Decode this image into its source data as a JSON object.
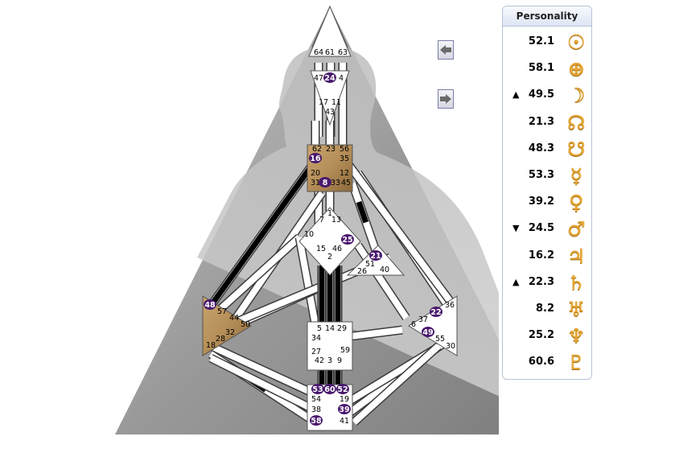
{
  "panel": {
    "title": "Personality",
    "rows": [
      {
        "arrow": "",
        "value": "52.1",
        "icon": "sun-icon",
        "glyph": "☉"
      },
      {
        "arrow": "",
        "value": "58.1",
        "icon": "earth-icon",
        "glyph": "⊕"
      },
      {
        "arrow": "▲",
        "value": "49.5",
        "icon": "moon-icon",
        "glyph": "☽"
      },
      {
        "arrow": "",
        "value": "21.3",
        "icon": "north-node-icon",
        "glyph": "☊"
      },
      {
        "arrow": "",
        "value": "48.3",
        "icon": "south-node-icon",
        "glyph": "☋"
      },
      {
        "arrow": "",
        "value": "53.3",
        "icon": "mercury-icon",
        "glyph": "☿"
      },
      {
        "arrow": "",
        "value": "39.2",
        "icon": "venus-icon",
        "glyph": "♀"
      },
      {
        "arrow": "▼",
        "value": "24.5",
        "icon": "mars-icon",
        "glyph": "♂"
      },
      {
        "arrow": "",
        "value": "16.2",
        "icon": "jupiter-icon",
        "glyph": "♃"
      },
      {
        "arrow": "▲",
        "value": "22.3",
        "icon": "saturn-icon",
        "glyph": "♄"
      },
      {
        "arrow": "",
        "value": "8.2",
        "icon": "uranus-icon",
        "glyph": "♅"
      },
      {
        "arrow": "",
        "value": "25.2",
        "icon": "neptune-icon",
        "glyph": "♆"
      },
      {
        "arrow": "",
        "value": "60.6",
        "icon": "pluto-icon",
        "glyph": "♇"
      }
    ]
  },
  "nav": {
    "prev_icon": "arrow-left-icon",
    "next_icon": "arrow-right-icon"
  },
  "colors": {
    "activated_gate": "#4a1a6e",
    "defined_center": "#b8905a",
    "channel_black": "#000000",
    "background_triangle": "#9a9a9a",
    "glyph_gold": "#e4a434"
  },
  "gates": [
    {
      "id": "64",
      "active": false
    },
    {
      "id": "61",
      "active": false
    },
    {
      "id": "63",
      "active": false
    },
    {
      "id": "47",
      "active": false
    },
    {
      "id": "24",
      "active": true
    },
    {
      "id": "4",
      "active": false
    },
    {
      "id": "17",
      "active": false
    },
    {
      "id": "11",
      "active": false
    },
    {
      "id": "43",
      "active": false
    },
    {
      "id": "62",
      "active": false
    },
    {
      "id": "23",
      "active": false
    },
    {
      "id": "56",
      "active": false
    },
    {
      "id": "16",
      "active": true
    },
    {
      "id": "35",
      "active": false
    },
    {
      "id": "20",
      "active": false
    },
    {
      "id": "12",
      "active": false
    },
    {
      "id": "31",
      "active": false
    },
    {
      "id": "8",
      "active": true
    },
    {
      "id": "33",
      "active": false
    },
    {
      "id": "45",
      "active": false
    },
    {
      "id": "1",
      "active": false
    },
    {
      "id": "7",
      "active": false
    },
    {
      "id": "13",
      "active": false
    },
    {
      "id": "10",
      "active": false
    },
    {
      "id": "25",
      "active": true
    },
    {
      "id": "15",
      "active": false
    },
    {
      "id": "46",
      "active": false
    },
    {
      "id": "2",
      "active": false
    },
    {
      "id": "21",
      "active": true
    },
    {
      "id": "51",
      "active": false
    },
    {
      "id": "26",
      "active": false
    },
    {
      "id": "40",
      "active": false
    },
    {
      "id": "48",
      "active": true
    },
    {
      "id": "57",
      "active": false
    },
    {
      "id": "44",
      "active": false
    },
    {
      "id": "50",
      "active": false
    },
    {
      "id": "32",
      "active": false
    },
    {
      "id": "28",
      "active": false
    },
    {
      "id": "18",
      "active": false
    },
    {
      "id": "36",
      "active": false
    },
    {
      "id": "22",
      "active": true
    },
    {
      "id": "37",
      "active": false
    },
    {
      "id": "6",
      "active": false
    },
    {
      "id": "49",
      "active": true
    },
    {
      "id": "55",
      "active": false
    },
    {
      "id": "30",
      "active": false
    },
    {
      "id": "5",
      "active": false
    },
    {
      "id": "14",
      "active": false
    },
    {
      "id": "29",
      "active": false
    },
    {
      "id": "34",
      "active": false
    },
    {
      "id": "27",
      "active": false
    },
    {
      "id": "59",
      "active": false
    },
    {
      "id": "42",
      "active": false
    },
    {
      "id": "3",
      "active": false
    },
    {
      "id": "9",
      "active": false
    },
    {
      "id": "53",
      "active": true
    },
    {
      "id": "60",
      "active": true
    },
    {
      "id": "52",
      "active": true
    },
    {
      "id": "54",
      "active": false
    },
    {
      "id": "19",
      "active": false
    },
    {
      "id": "38",
      "active": false
    },
    {
      "id": "39",
      "active": true
    },
    {
      "id": "58",
      "active": true
    },
    {
      "id": "41",
      "active": false
    }
  ]
}
